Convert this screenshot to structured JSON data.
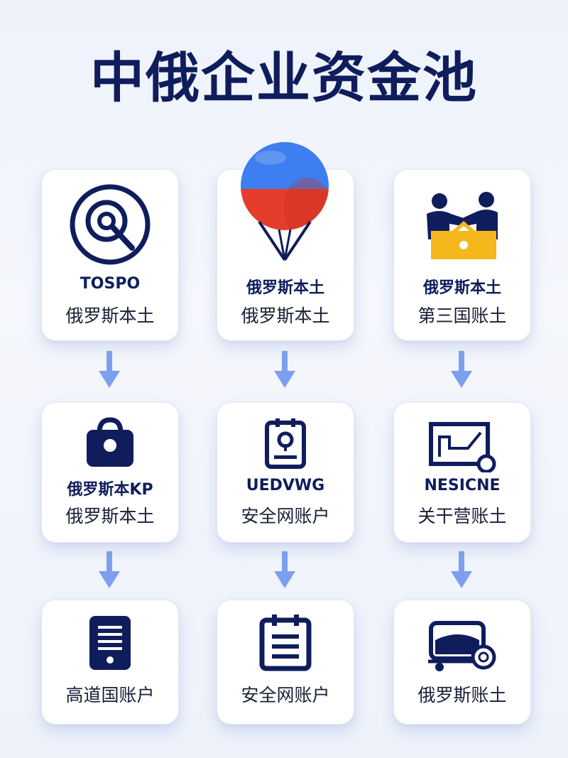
{
  "title": "中俄企业资金池",
  "colors": {
    "navy": "#0f1d5c",
    "arrow": "#7c9ff0",
    "balloon_blue": "#3d7ef0",
    "balloon_red": "#e43d2c",
    "gold": "#f4b71c"
  },
  "rows": [
    [
      {
        "icon": "target-icon",
        "line1": "TOSPO",
        "line2": "俄罗斯本土"
      },
      {
        "icon": "balloon-icon",
        "line1": "俄罗斯本土",
        "line2": "俄罗斯本土"
      },
      {
        "icon": "handshake-icon",
        "line1": "俄罗斯本土",
        "line2": "第三国账土"
      }
    ],
    [
      {
        "icon": "bag-icon",
        "line1": "俄罗斯本KP",
        "line2": "俄罗斯本土"
      },
      {
        "icon": "notebook-icon",
        "line1": "UEDVWG",
        "line2": "安全网账户"
      },
      {
        "icon": "certificate-icon",
        "line1": "NESICNE",
        "line2": "关干营账土"
      }
    ],
    [
      {
        "icon": "document-icon",
        "line2": "高道国账户"
      },
      {
        "icon": "clipboard-icon",
        "line2": "安全网账户"
      },
      {
        "icon": "cart-icon",
        "line2": "俄罗斯账土"
      }
    ]
  ]
}
